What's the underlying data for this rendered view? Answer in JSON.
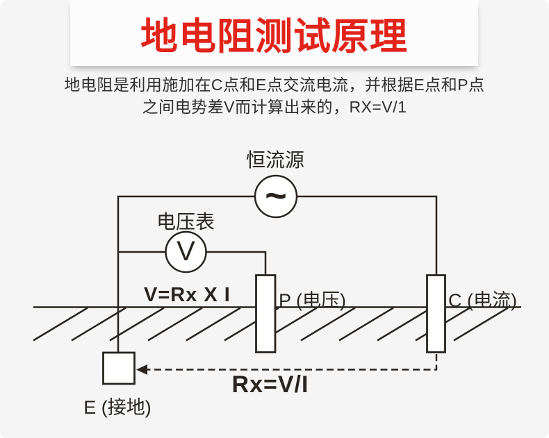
{
  "page": {
    "background_color": "#f5f5f5",
    "card_background_color": "#fcfcfc"
  },
  "header": {
    "title": "地电阻测试原理",
    "title_color": "#e2231a"
  },
  "intro": {
    "line1": "地电阻是利用施加在C点和E点交流电流，并根据E点和P点",
    "line2": "之间电势差V而计算出来的，RX=V/1"
  },
  "diagram": {
    "line_color": "#29241f",
    "labels": {
      "constant_current_source": "恒流源",
      "source_symbol": "~",
      "voltmeter": "电压表",
      "voltmeter_symbol": "V",
      "formula_voltage": "V=Rx X I",
      "electrode_p": "P (电压)",
      "electrode_c": "C (电流)",
      "formula_resistance": "Rx=V/I",
      "electrode_e": "E (接地)"
    }
  }
}
